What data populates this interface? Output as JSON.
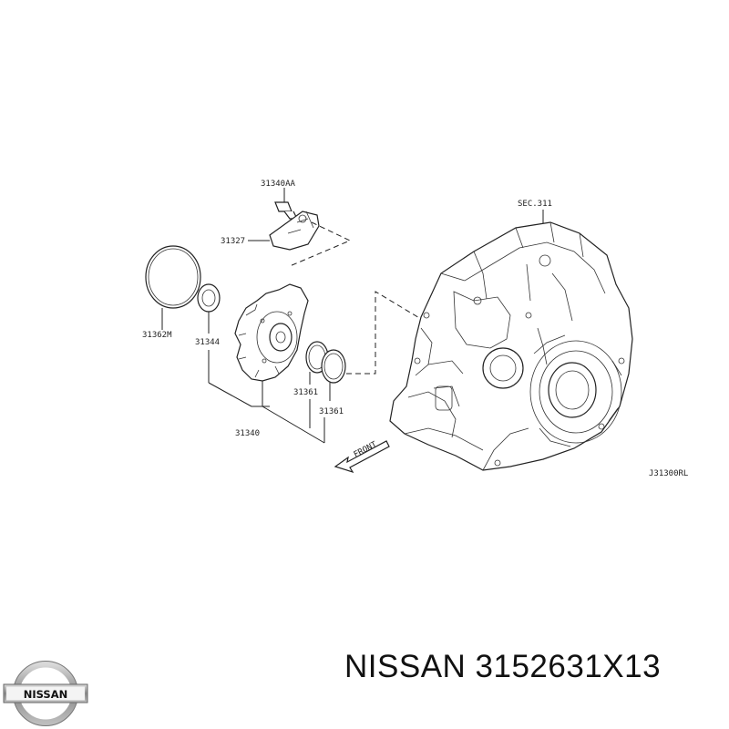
{
  "diagram": {
    "labels": {
      "bolt": "31340AA",
      "bracket": "31327",
      "oring_large": "31362M",
      "seal": "31344",
      "pump": "31340",
      "ring_a": "31361",
      "ring_b": "31361",
      "section": "SEC.311",
      "front": "FRONT",
      "drawing_code": "J31300RL"
    }
  },
  "brand": {
    "logo_text": "NISSAN",
    "caption": "NISSAN 3152631X13"
  }
}
